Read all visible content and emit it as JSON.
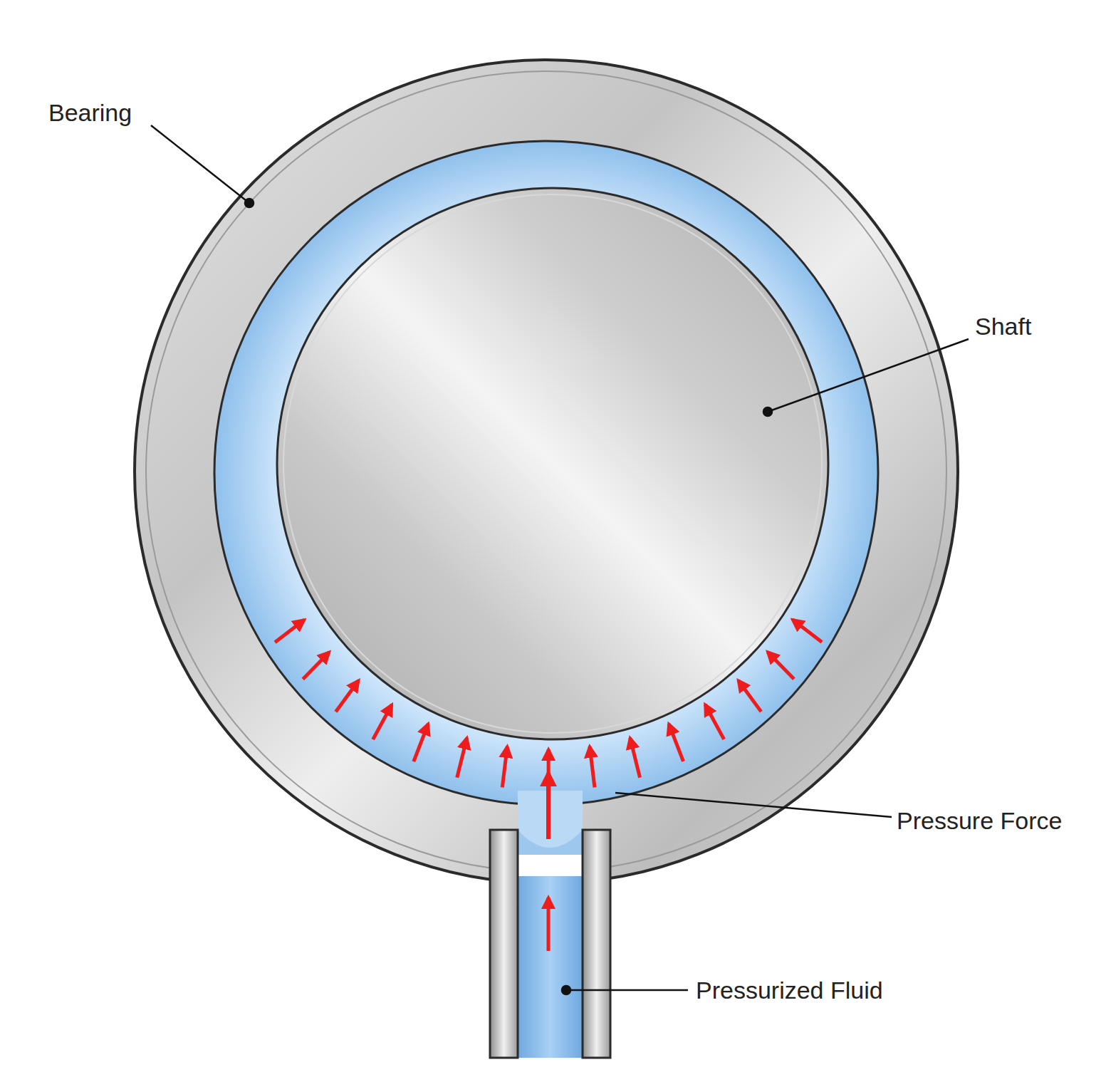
{
  "diagram": {
    "labels": [
      "Bearing",
      "Shaft",
      "Pressure Force",
      "Pressurized Fluid"
    ]
  }
}
